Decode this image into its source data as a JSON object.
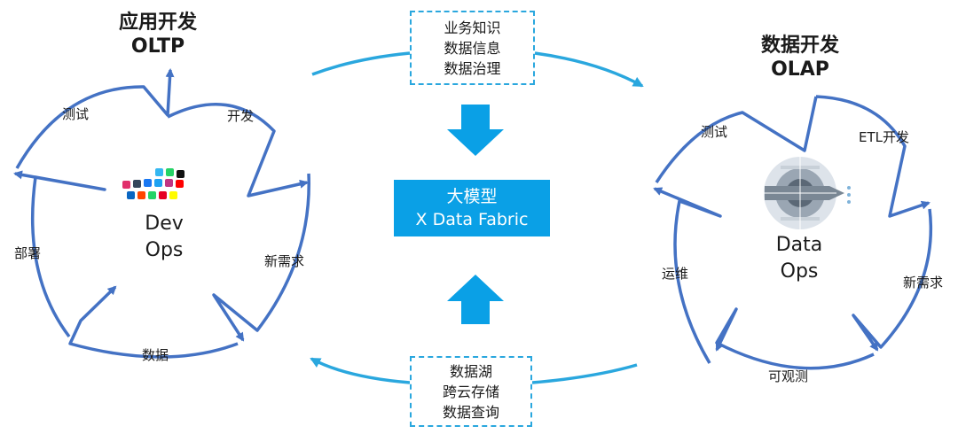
{
  "left": {
    "title_cn": "应用开发",
    "title_en": "OLTP",
    "core": [
      "Dev",
      "Ops"
    ],
    "stages": [
      "开发",
      "新需求",
      "数据",
      "部署",
      "测试"
    ]
  },
  "right": {
    "title_cn": "数据开发",
    "title_en": "OLAP",
    "core": [
      "Data",
      "Ops"
    ],
    "stages": [
      "ETL开发",
      "新需求",
      "可观测",
      "运维",
      "测试"
    ]
  },
  "top_box": [
    "业务知识",
    "数据信息",
    "数据治理"
  ],
  "bottom_box": [
    "数据湖",
    "跨云存储",
    "数据查询"
  ],
  "center": [
    "大模型",
    "X Data Fabric"
  ],
  "colors": {
    "cycle": "#4472c4",
    "flow": "#2aa7de",
    "center": "#0aa0e6"
  },
  "icons": {
    "left_core": "social-apps-icon",
    "right_core": "data-wheel-icon"
  }
}
